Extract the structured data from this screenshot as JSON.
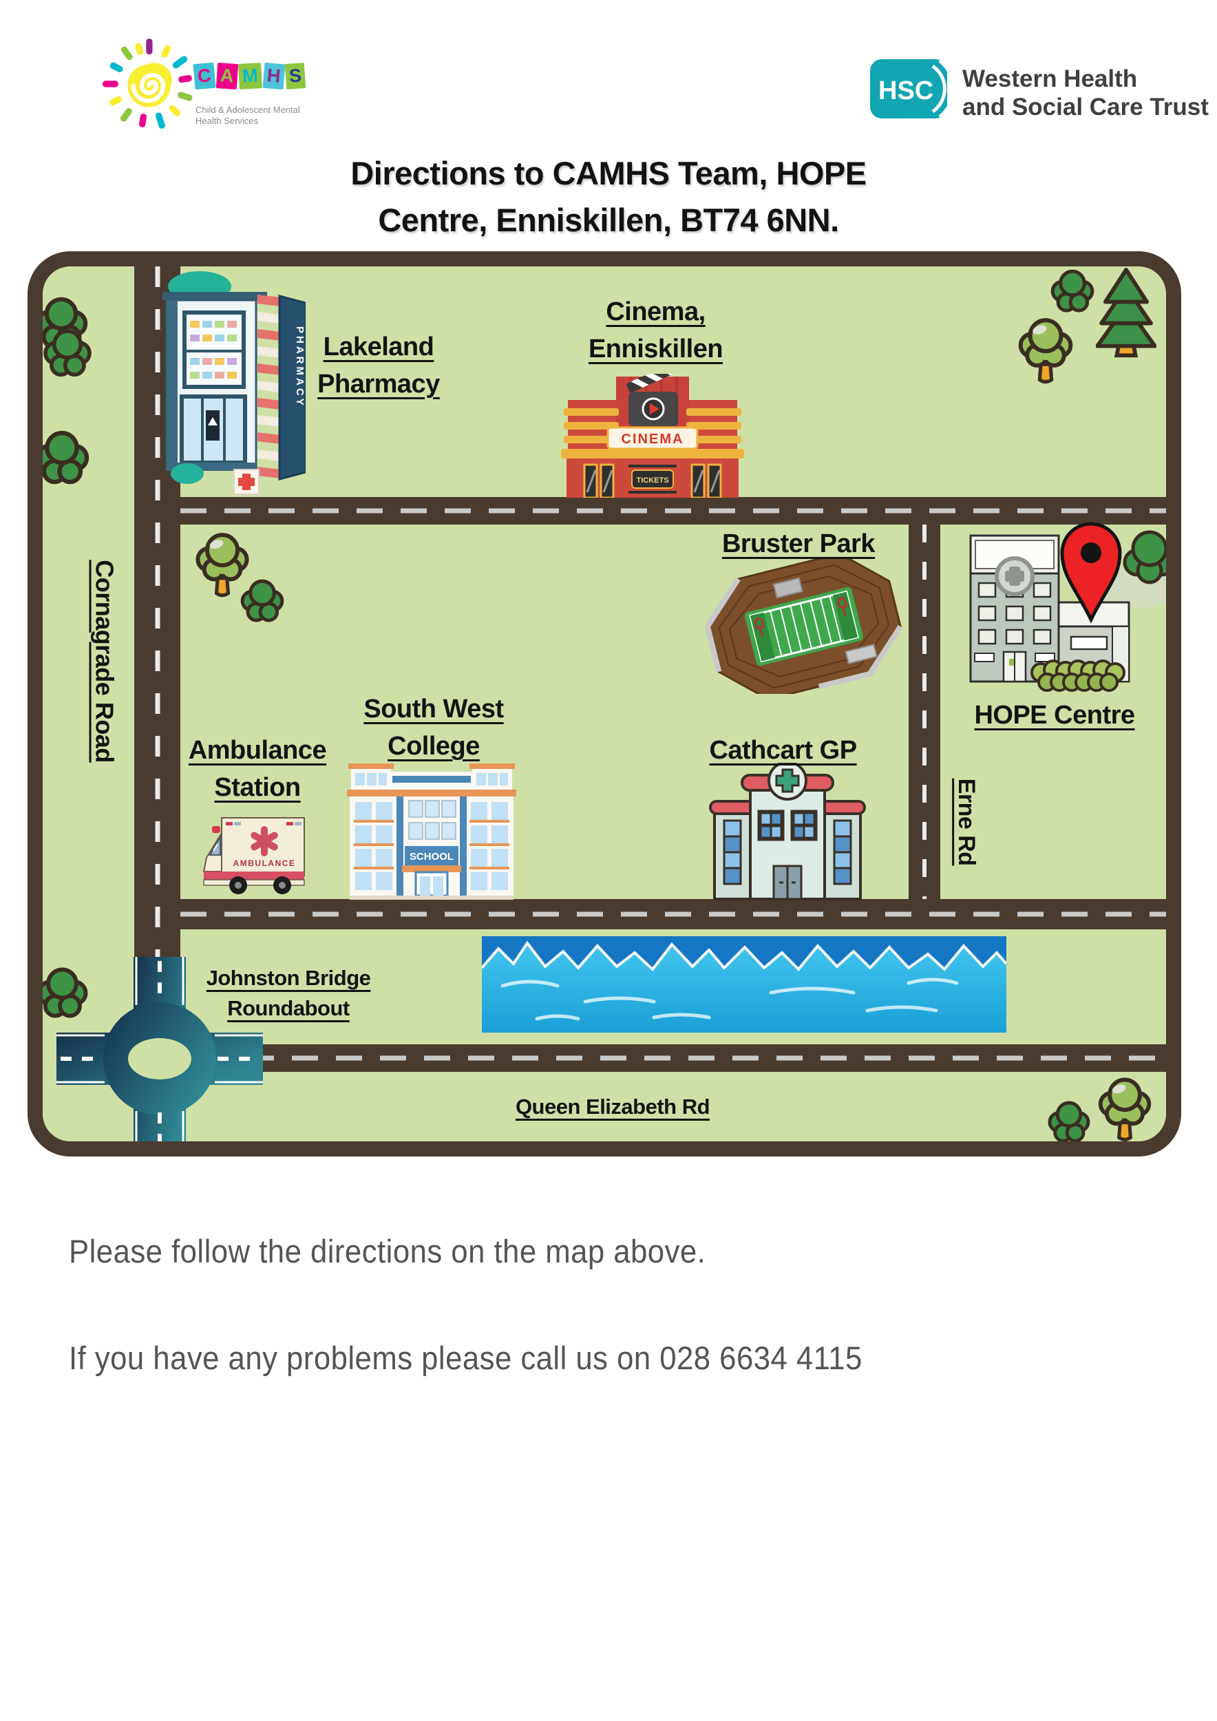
{
  "header": {
    "camhs": {
      "letters": [
        {
          "ch": "C",
          "fg": "#e5007e",
          "bg": "#3fc0d3"
        },
        {
          "ch": "A",
          "fg": "#8dc63f",
          "bg": "#ec008c"
        },
        {
          "ch": "M",
          "fg": "#00b9d1",
          "bg": "#8dc63f"
        },
        {
          "ch": "H",
          "fg": "#92278f",
          "bg": "#4fc3d9"
        },
        {
          "ch": "S",
          "fg": "#2b3990",
          "bg": "#8dc63f"
        }
      ],
      "tagline_line1": "Child & Adolescent Mental",
      "tagline_line2": "Health Services"
    },
    "hsc": {
      "abbr": "HSC",
      "name_line1": "Western Health",
      "name_line2": "and Social Care Trust"
    },
    "title_line1": "Directions to CAMHS Team, HOPE",
    "title_line2": "Centre, Enniskillen, BT74 6NN."
  },
  "map": {
    "labels": {
      "lakeland_line1": "Lakeland",
      "lakeland_line2": "Pharmacy",
      "cinema_line1": "Cinema,",
      "cinema_line2": "Enniskillen",
      "bruster": "Bruster Park",
      "hope": "HOPE Centre",
      "college_line1": "South West",
      "college_line2": "College",
      "ambulance_line1": "Ambulance",
      "ambulance_line2": "Station",
      "cathcart": "Cathcart GP",
      "cornagrade": "Cornagrade Road",
      "erne": "Erne Rd",
      "queen": "Queen Elizabeth Rd",
      "roundabout_line1": "Johnston Bridge",
      "roundabout_line2": "Roundabout"
    },
    "signs": {
      "pharmacy": "PHARMACY",
      "cinema": "CINEMA",
      "tickets": "TICKETS",
      "school": "SCHOOL",
      "ambulance": "AMBULANCE"
    }
  },
  "footer": {
    "line1": "Please follow the directions on the map above.",
    "line2": "If you have any problems please call us on 028 6634 4115"
  },
  "colors": {
    "map_bg": "#cfe0a6",
    "road_brown": "#4a3b30",
    "pin_red": "#ed2224",
    "water_blue": "#2ab4e8",
    "hsc_teal": "#12a5b4",
    "label_black": "#131313",
    "footer_gray": "#545454"
  }
}
